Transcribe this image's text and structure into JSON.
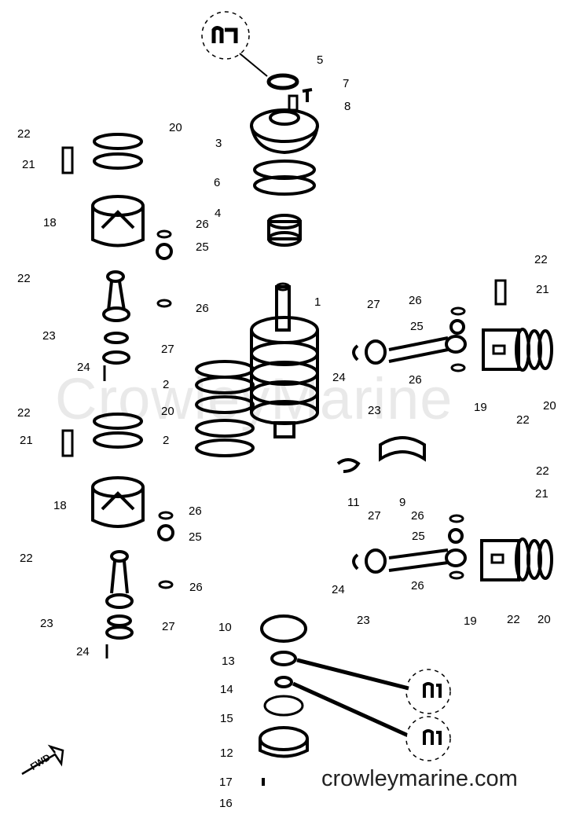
{
  "watermark": "CrowleyMarine",
  "website": "crowleymarine.com",
  "fwd_marker": "FWD",
  "callouts": [
    "22",
    "20",
    "21",
    "18",
    "26",
    "25",
    "22",
    "26",
    "23",
    "27",
    "24",
    "2",
    "2",
    "22",
    "20",
    "21",
    "18",
    "26",
    "25",
    "22",
    "26",
    "23",
    "27",
    "24",
    "5",
    "7",
    "8",
    "3",
    "6",
    "4",
    "1",
    "27",
    "26",
    "25",
    "22",
    "21",
    "24",
    "26",
    "23",
    "19",
    "22",
    "20",
    "11",
    "9",
    "27",
    "26",
    "22",
    "21",
    "25",
    "24",
    "26",
    "23",
    "19",
    "22",
    "20",
    "10",
    "13",
    "14",
    "15",
    "12",
    "17",
    "16"
  ]
}
